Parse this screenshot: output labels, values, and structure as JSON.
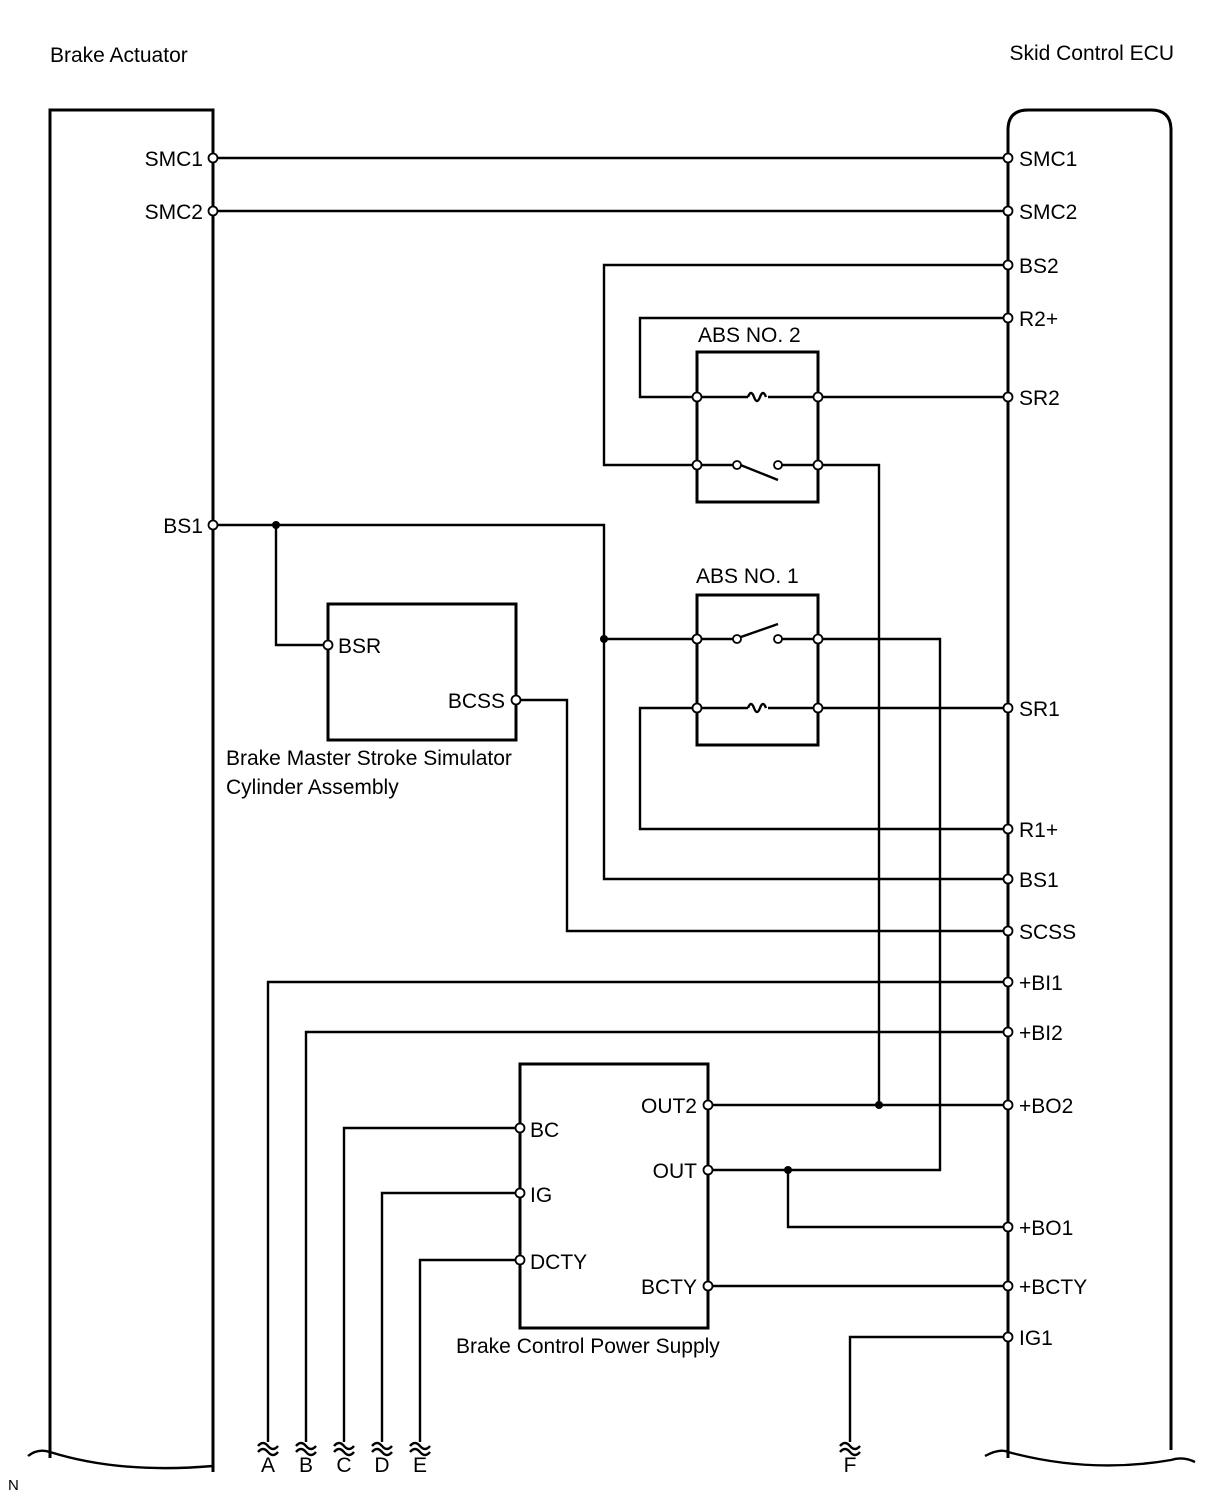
{
  "titles": {
    "left_component": "Brake Actuator",
    "right_component": "Skid Control ECU"
  },
  "actuator_pins": {
    "smc1": "SMC1",
    "smc2": "SMC2",
    "bs1": "BS1"
  },
  "ecu_pins": {
    "smc1": "SMC1",
    "smc2": "SMC2",
    "bs2": "BS2",
    "r2p": "R2+",
    "sr2": "SR2",
    "sr1": "SR1",
    "r1p": "R1+",
    "bs1": "BS1",
    "scss": "SCSS",
    "bi1": "+BI1",
    "bi2": "+BI2",
    "bo2": "+BO2",
    "bo1": "+BO1",
    "bcty": "+BCTY",
    "ig1": "IG1"
  },
  "relays": {
    "abs2": "ABS NO. 2",
    "abs1": "ABS NO. 1"
  },
  "simulator": {
    "pin_bsr": "BSR",
    "pin_bcss": "BCSS",
    "name_line1": "Brake Master Stroke Simulator",
    "name_line2": "Cylinder Assembly"
  },
  "power_supply": {
    "pin_bc": "BC",
    "pin_ig": "IG",
    "pin_dcty": "DCTY",
    "pin_out2": "OUT2",
    "pin_out": "OUT",
    "pin_bcty": "BCTY",
    "name": "Brake Control Power Supply"
  },
  "connectors": {
    "a": "A",
    "b": "B",
    "c": "C",
    "d": "D",
    "e": "E",
    "f": "F"
  },
  "corner_mark": "N"
}
